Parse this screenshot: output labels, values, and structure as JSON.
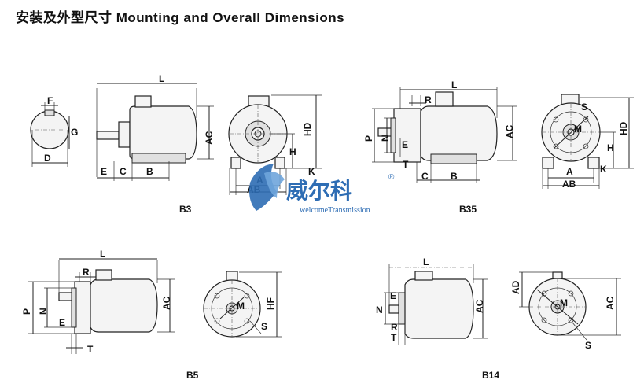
{
  "header": {
    "title": "安装及外型尺寸   Mounting and Overall Dimensions"
  },
  "captions": {
    "b3": "B3",
    "b35": "B35",
    "b5": "B5",
    "b14": "B14"
  },
  "watermark": {
    "cn": "威尔科",
    "en": "welcomeTransmission",
    "reg": "®",
    "color": "#2e6db4"
  },
  "labels": {
    "shaft": {
      "f": "F",
      "g": "G",
      "d": "D"
    },
    "b3_side": {
      "l": "L",
      "ac": "AC",
      "e": "E",
      "c": "C",
      "b": "B"
    },
    "b3_front": {
      "hd": "HD",
      "h": "H",
      "k": "K",
      "a": "A",
      "ab": "AB"
    },
    "b35_side": {
      "l": "L",
      "r": "R",
      "p": "P",
      "n": "N",
      "e": "E",
      "t": "T",
      "c": "C",
      "b": "B",
      "ac": "AC"
    },
    "b35_front": {
      "s": "S",
      "m": "M",
      "hd": "HD",
      "h": "H",
      "a": "A",
      "k": "K",
      "ab": "AB"
    },
    "b5_side": {
      "l": "L",
      "r": "R",
      "p": "P",
      "n": "N",
      "e": "E",
      "t": "T",
      "ac": "AC"
    },
    "b5_front": {
      "m": "M",
      "s": "S",
      "hf": "HF"
    },
    "b14_side": {
      "l": "L",
      "e": "E",
      "n": "N",
      "r": "R",
      "t": "T",
      "ac": "AC"
    },
    "b14_front": {
      "ad": "AD",
      "m": "M",
      "s": "S",
      "ac": "AC"
    }
  }
}
